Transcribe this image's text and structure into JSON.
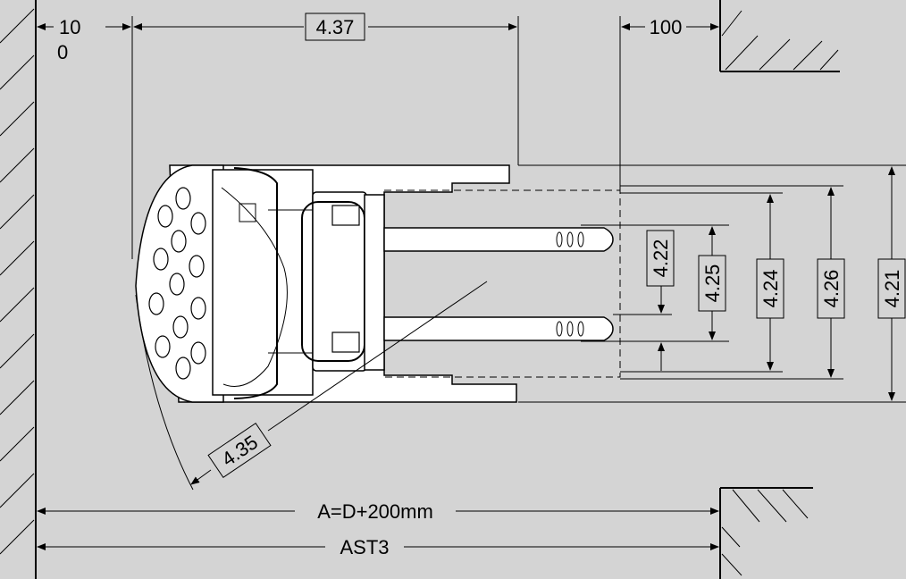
{
  "diagram": {
    "background": "#d4d4d4",
    "line_color": "#000000",
    "body_fill": "#ffffff",
    "labels": {
      "clearance_left_a": "10",
      "clearance_left_b": "0",
      "length_to_fork_face": "4.37",
      "clearance_right": "100",
      "fork_spread_inner": "4.22",
      "fork_spread_outer": "4.25",
      "carriage_width": "4.24",
      "load_width": "4.26",
      "overall_width": "4.21",
      "turning_radius": "4.35",
      "aisle_width_formula": "A=D+200mm",
      "aisle_width_ast": "AST3"
    }
  }
}
